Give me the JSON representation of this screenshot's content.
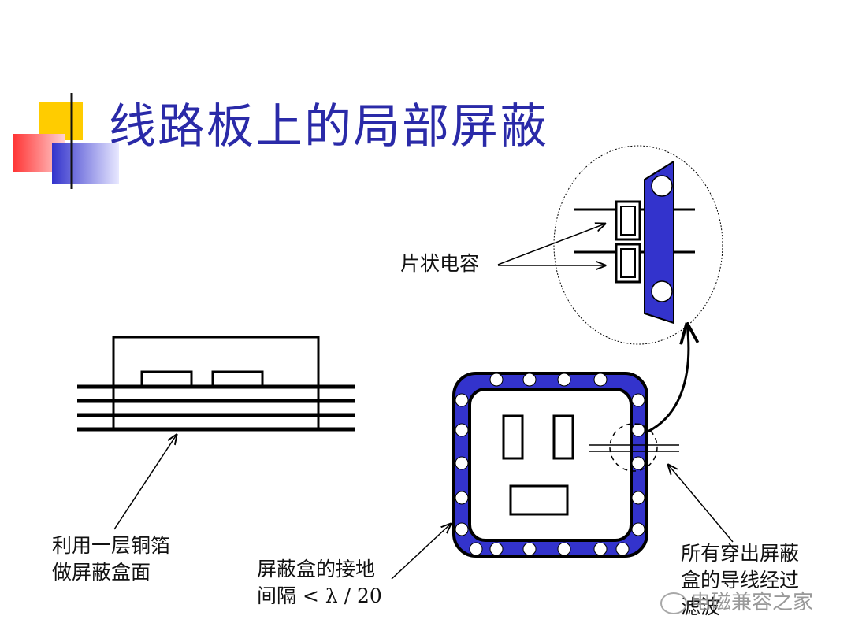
{
  "title": "线路板上的局部屏蔽",
  "labels": {
    "chip_capacitor": "片状电容",
    "copper_foil_line1": "利用一层铜箔",
    "copper_foil_line2": "做屏蔽盒面",
    "ground_spacing_line1": "屏蔽盒的接地",
    "ground_spacing_line2": "间隔 < λ / 20",
    "wires_line1": "所有穿出屏蔽",
    "wires_line2": "盒的导线经过",
    "wires_line3": "滤波"
  },
  "watermark": "电磁兼容之家",
  "colors": {
    "title": "#2a2aa8",
    "shield_blue": "#3333cc",
    "deco_yellow": "#ffcc00",
    "deco_red": "#ff3333",
    "deco_blue": "#3333cc",
    "line": "#000000"
  }
}
